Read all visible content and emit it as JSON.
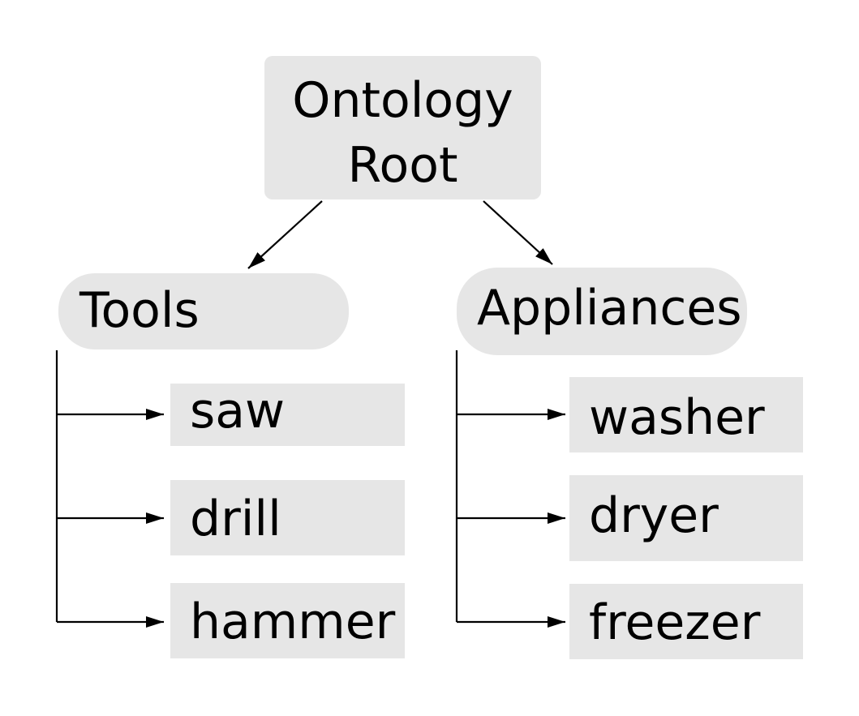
{
  "root": {
    "label": "Ontology\nRoot"
  },
  "groups": [
    {
      "label": "Tools",
      "items": [
        "saw",
        "drill",
        "hammer"
      ]
    },
    {
      "label": "Appliances",
      "items": [
        "washer",
        "dryer",
        "freezer"
      ]
    }
  ],
  "colors": {
    "box_fill": "#e6e6e6",
    "line": "#000000",
    "text": "#000000"
  }
}
